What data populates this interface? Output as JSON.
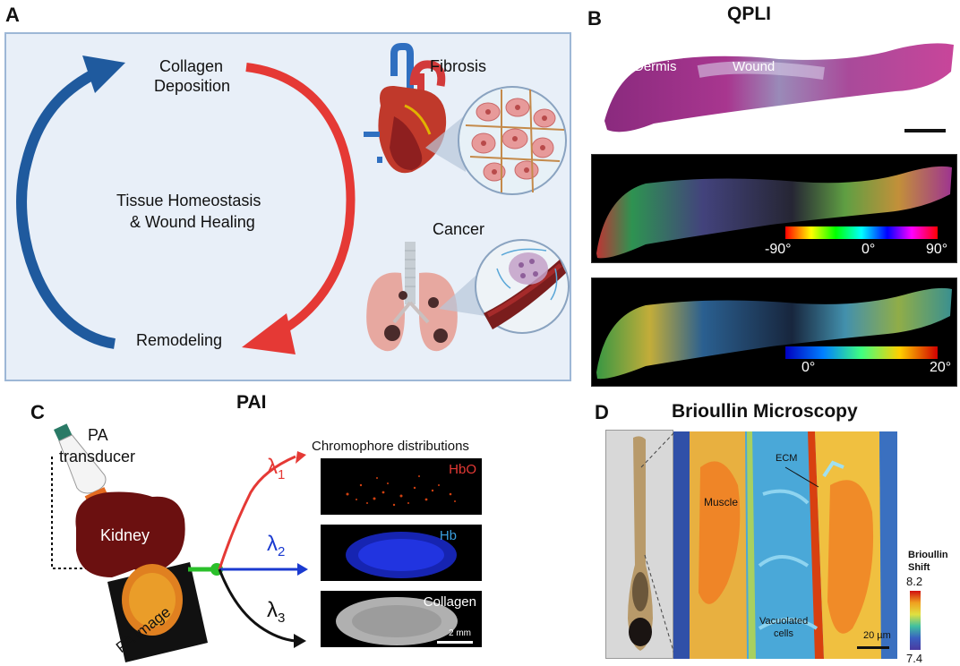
{
  "panel_a": {
    "letter": "A",
    "collagen_deposition": [
      "Collagen",
      "Deposition"
    ],
    "homeostasis": [
      "Tissue Homeostasis",
      "& Wound Healing"
    ],
    "remodeling": "Remodeling",
    "fibrosis": "Fibrosis",
    "cancer": "Cancer"
  },
  "panel_b": {
    "letter": "B",
    "title": "QPLI",
    "dermis": "Dermis",
    "wound": "Wound",
    "colorbar1": {
      "min": "-90°",
      "mid": "0°",
      "max": "90°"
    },
    "colorbar2": {
      "min": "0°",
      "max": "20°"
    }
  },
  "panel_c": {
    "letter": "C",
    "title": "PAI",
    "pa_transducer": [
      "PA",
      "transducer"
    ],
    "kidney": "Kidney",
    "pa_image": "PA image",
    "chromophore": "Chromophore distributions",
    "lambda1": "λ1",
    "lambda2": "λ2",
    "lambda3": "λ3",
    "hbo": "HbO",
    "hb": "Hb",
    "collagen": "Collagen",
    "scale": "2 mm"
  },
  "panel_d": {
    "letter": "D",
    "title": "Brioullin Microscopy",
    "ecm": "ECM",
    "muscle": "Muscle",
    "vacuolated": [
      "Vacuolated",
      "cells"
    ],
    "scale": "20 µm",
    "colorbar_title": [
      "Brioullin",
      "Shift"
    ],
    "cb_max": "8.2",
    "cb_min": "7.4"
  },
  "colors": {
    "blue_arrow": "#1f5a9e",
    "red_arrow": "#e53935",
    "panel_a_bg": "#e8eff8",
    "panel_a_border": "#9db7d6",
    "hbo_label": "#e53935",
    "hb_label": "#3aa0e0"
  }
}
